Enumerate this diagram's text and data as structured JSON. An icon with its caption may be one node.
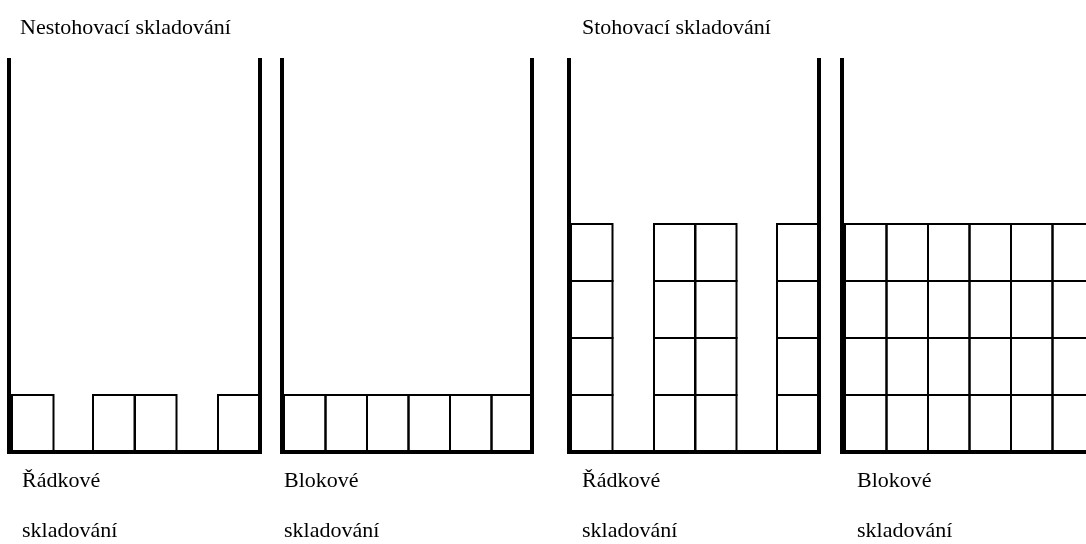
{
  "diagram": {
    "labels": [
      "Nestohovací skladování",
      "Stohovací skladování",
      "Řádkové skladování",
      "Blokové skladování",
      "Řádkové skladování",
      "Blokové skladování"
    ]
  }
}
